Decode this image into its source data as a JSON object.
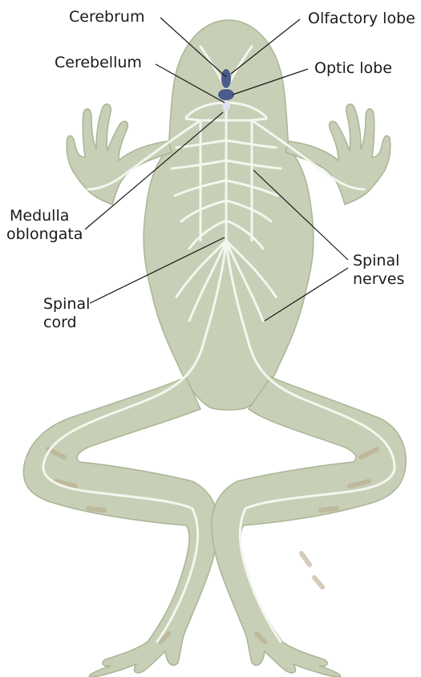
{
  "labels": {
    "cerebrum": "Cerebrum",
    "olfactory_lobe": "Olfactory lobe",
    "cerebellum": "Cerebellum",
    "optic_lobe": "Optic lobe",
    "medulla_line1": "Medulla",
    "medulla_line2": "oblongata",
    "spinal_nerves_line1": "Spinal",
    "spinal_nerves_line2": "nerves",
    "spinal_cord_line1": "Spinal",
    "spinal_cord_line2": "cord"
  },
  "colors": {
    "body_fill": "#c7cfb6",
    "body_stroke": "#aab596",
    "nerve": "#f4f6ef",
    "brain": "#4b5b8c",
    "leader_line": "#1a1a1a",
    "skin_spots": "#b8a98a"
  }
}
